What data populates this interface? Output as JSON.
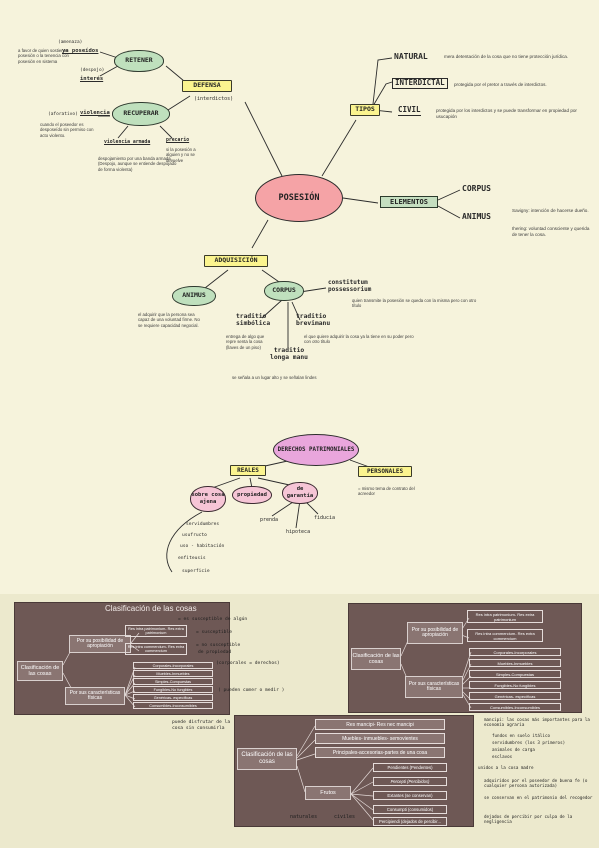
{
  "mindmap": {
    "center": "POSESIÓN",
    "defensa": {
      "label": "DEFENSA",
      "sub": "(interdictos)"
    },
    "retener": {
      "label": "RETENER",
      "tags": [
        "(amenaza)",
        "(despojo)"
      ],
      "key": "ya poseídos",
      "key2": "interés",
      "note": "a favor de quien sostiene posesión o la tenencia con posesión en sistema"
    },
    "recuperar": {
      "label": "RECUPERAR",
      "tag": "(aforativo)",
      "key": "violencia",
      "note": "cuando el poseedor es desposeído sin permiso con acto violento.",
      "sub1": {
        "head": "violencia armada",
        "note": "despojamiento por una banda armada. (Despojo, aunque se entiende despojado de forma violenta)"
      },
      "sub2": {
        "head": "precario",
        "note": "si la posesión a alguien y no se devuelve"
      }
    },
    "tipos": {
      "label": "TIPOS",
      "items": [
        {
          "name": "NATURAL",
          "note": "mera detentación de la cosa que no tiene protección jurídica."
        },
        {
          "name": "INTERDICTAL",
          "note": "protegida por el pretor a través de interdictos."
        },
        {
          "name": "CIVIL",
          "note": "protegida por los interdictos y se puede transformar en propiedad por usucapión"
        }
      ]
    },
    "elementos": {
      "label": "ELEMENTOS",
      "corpus": "CORPUS",
      "animus": "ANIMUS",
      "notes": [
        "Savigny: intención de hacerse dueño.",
        "Ihering: voluntad consciente y querida de tener la cosa."
      ]
    },
    "adquisicion": {
      "label": "ADQUISICIÓN",
      "animus": "ANIMUS",
      "animus_note": "el adquirir que la persona sea capaz de una voluntad firme. No se requiere capacidad negocial.",
      "corpus": "CORPUS",
      "constitutum": "constitutum possessorium",
      "constitutum_note": "quien transmite la posesión se queda con la misma pero con otro título",
      "simbolica": "traditio simbólica",
      "simbolica_note": "entrega de algo que repre senta la cosa (llaves de un piso)",
      "brevi": "traditio brevimanu",
      "brevi_note": "el que quiere adquirir la cosa ya la tiene en su poder pero con otro título",
      "longa": "traditio longa manu",
      "longa_note": "se señala a un lugar alto y se señalan lindes"
    }
  },
  "derechos": {
    "center": "DERECHOS PATRIMONIALES",
    "reales": "REALES",
    "personales": "PERSONALES",
    "personales_note": "= mismo tema de contrato del acreedor",
    "sobre_cosa": "sobre cosa ajena",
    "propiedad": "propiedad",
    "garantia": "de garantía",
    "cosa_items": [
      "servidumbres",
      "usufructo",
      "uso - habitación",
      "enfiteusis",
      "superficie"
    ],
    "garantia_items": [
      "prenda",
      "hipoteca",
      "fiducia"
    ]
  },
  "slide1": {
    "title": "Clasificación de las cosas",
    "root": "Clasificación de las cosas",
    "b1": "Por su posibilidad de apropiación",
    "b1_items": [
      "Res intra patrimonium- Res extra patrimonium",
      "Res intra commercium- Res extra commercium"
    ],
    "b2": "Por sus características físicas",
    "b2_items": [
      "Corporales-Incorporales",
      "Muebles-Inmuebles",
      "Simples-Compuestas",
      "Fungibles-No fungibles",
      "Genéricas- específicas",
      "Consumibles-Inconsumibles"
    ],
    "ink": [
      "= es susceptible de algún",
      "= susceptible",
      "= no susceptible",
      "de propiedad",
      "(corporales = derechos)",
      "( pueden comer o medir )",
      "puede disfrutar de la cosa sin consumirla"
    ]
  },
  "slide2": {
    "root": "Clasificación de las cosas",
    "b1": "Por su posibilidad de apropiación",
    "b1_items": [
      "Res intra patrimonium- Res extra patrimonium",
      "Res intra commercium- Res extra commercium"
    ],
    "b2": "Por sus características físicas",
    "b2_items": [
      "Corporales-Incorporales",
      "Muebles-Inmuebles",
      "Simples-Compuestas",
      "Fungibles-No fungibles",
      "Genéricas- específicas",
      "Consumibles-Inconsumibles"
    ]
  },
  "slide3": {
    "root": "Clasificación de las cosas",
    "rows": [
      "Res mancipi- Res nec mancipi",
      "Muebles- inmuebles- semovientes",
      "Principales-accesorias-partes de una cosa"
    ],
    "frutos": "Frutos",
    "frutos_items": [
      "Pendientes (Pendentes)",
      "Percepti (Percibidos)",
      "Extantes (se conservan)",
      "Consumpti (consumidos)",
      "Percipiendi (dejados de percibir..."
    ],
    "below": [
      "naturales",
      "civiles"
    ],
    "ink": [
      "mancipi: las cosas más importantes para la economía agraria",
      "fundos en suelo itálico",
      "servidumbres (los 3 primeros)",
      "animales de carga",
      "esclavos",
      "unidos a la cosa madre",
      "adquiridos por el poseedor de buena fe (o cualquier persona autorizada)",
      "se conservan en el patrimonio del recogedor",
      "dejados de percibir por culpa de la negligencia"
    ]
  }
}
